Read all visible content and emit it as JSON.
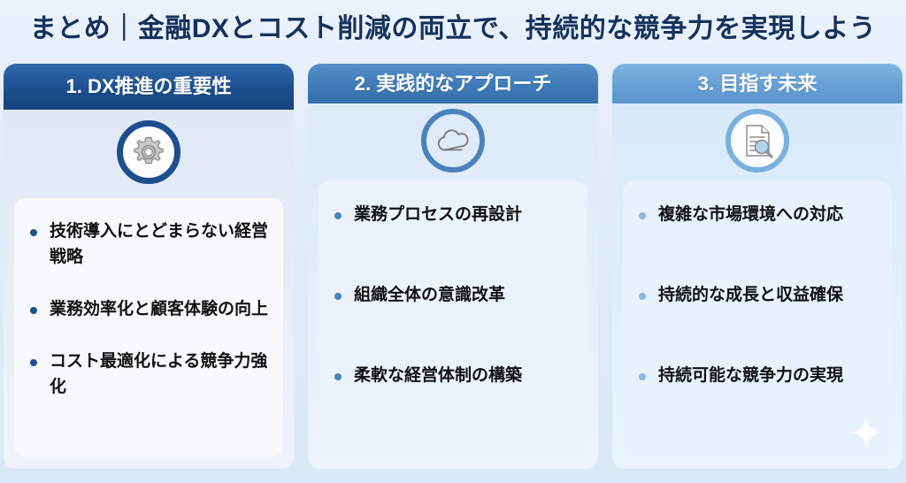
{
  "slide": {
    "title": "まとめ｜金融DXとコスト削減の両立で、持続的な競争力を実現しよう",
    "background_color": "#e4eefa",
    "title_color": "#16325c"
  },
  "cards": [
    {
      "title": "1. DX推進の重要性",
      "header_color": "#1d4f8f",
      "icon": "gear-icon",
      "bullets": [
        "技術導入にとどまらない経営戦略",
        "業務効率化と顧客体験の向上",
        "コスト最適化による競争力強化"
      ]
    },
    {
      "title": "2. 実践的なアプローチ",
      "header_color": "#3f7bb8",
      "icon": "cloud-icon",
      "bullets": [
        "業務プロセスの再設計",
        "組織全体の意識改革",
        "柔軟な経営体制の構築"
      ]
    },
    {
      "title": "3. 目指す未来",
      "header_color": "#669fd4",
      "icon": "document-search-icon",
      "bullets": [
        "複雑な市場環境への対応",
        "持続的な成長と収益確保",
        "持続可能な競争力の実現"
      ]
    }
  ],
  "decoration": {
    "sparkle": "sparkle-icon",
    "sparkle_color": "#ffffff"
  }
}
